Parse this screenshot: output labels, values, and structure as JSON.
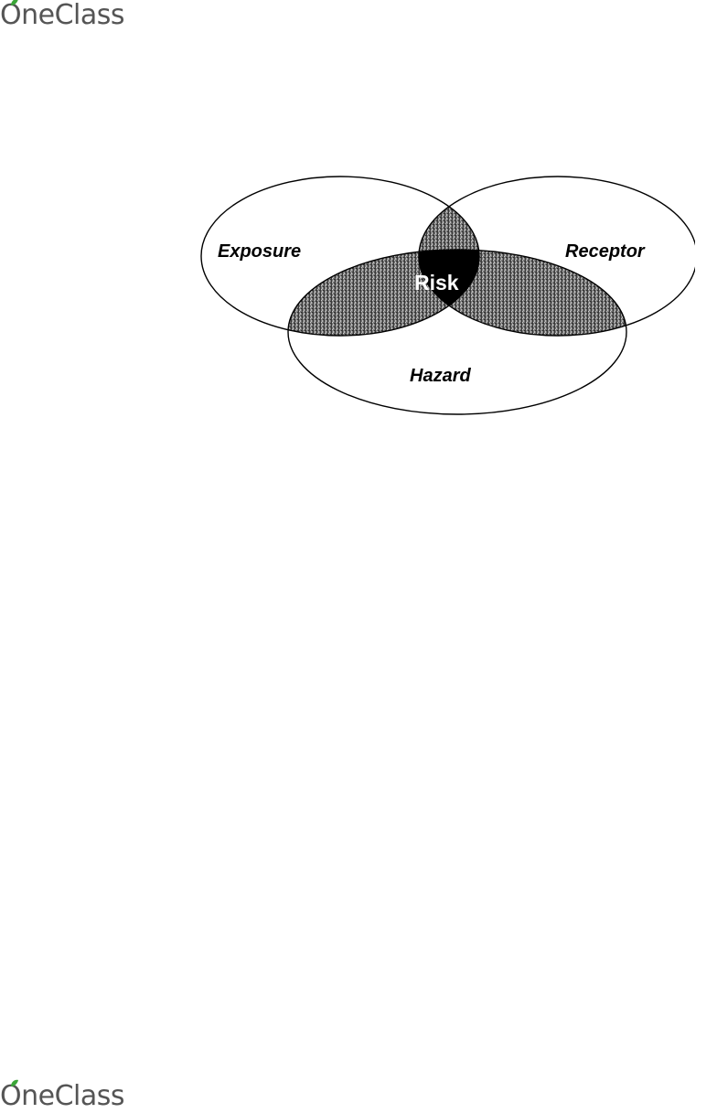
{
  "brand": {
    "name": "OneClass",
    "accent_color": "#3aa537",
    "text_color": "#555555",
    "icon": "leaf-icon"
  },
  "diagram": {
    "circles": {
      "exposure": "Exposure",
      "receptor": "Receptor",
      "hazard": "Hazard"
    },
    "center": "Risk"
  }
}
